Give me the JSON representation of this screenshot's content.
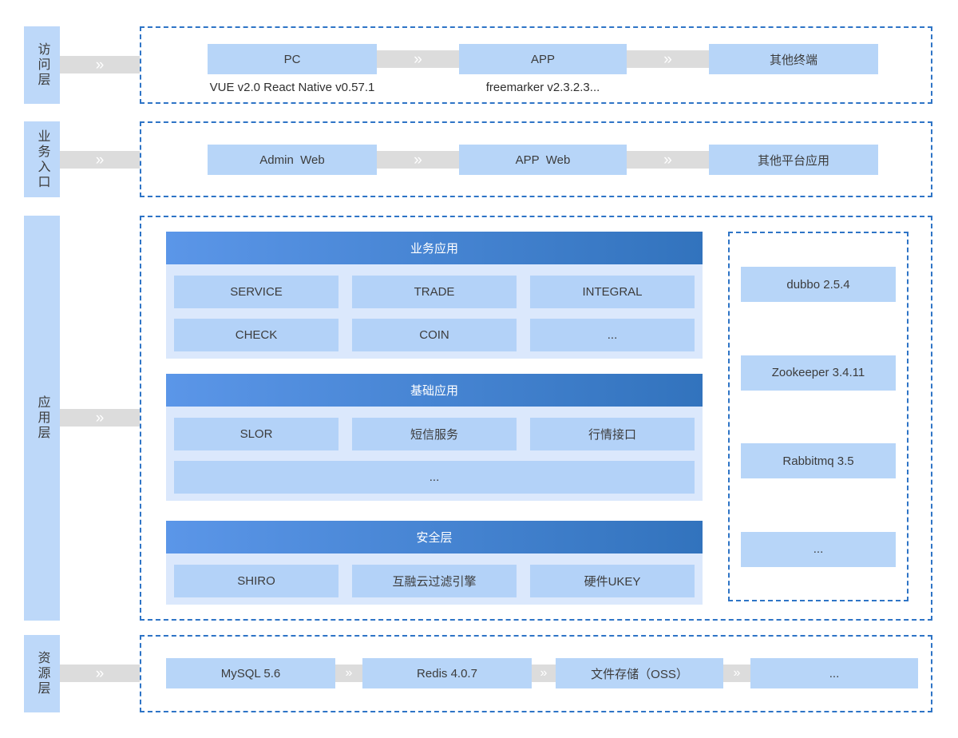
{
  "icons": {
    "double_chevron_right": "»"
  },
  "colors": {
    "node_blue": "#b7d5f8",
    "cell_blue": "#b3d2f8",
    "section_bg": "#dbe8fc",
    "header_gradient_start": "#5b96e8",
    "header_gradient_end": "#3273bd",
    "dashed_border": "#2e74c6",
    "connector_gray": "#dcdcdc",
    "text_dark": "#3c3c3c"
  },
  "layers": [
    {
      "label": "访问层",
      "items": [
        {
          "label": "PC",
          "note": "VUE v2.0 React Native v0.57.1"
        },
        {
          "label": "APP",
          "note": "freemarker v2.3.2.3..."
        },
        {
          "label": "其他终端"
        }
      ]
    },
    {
      "label": "业务入口",
      "items": [
        {
          "label": "Admin  Web"
        },
        {
          "label": "APP  Web"
        },
        {
          "label": "其他平台应用"
        }
      ]
    },
    {
      "label": "应用层",
      "sections": [
        {
          "title": "业务应用",
          "rows": [
            [
              "SERVICE",
              "TRADE",
              "INTEGRAL"
            ],
            [
              "CHECK",
              "COIN",
              "..."
            ]
          ]
        },
        {
          "title": "基础应用",
          "rows": [
            [
              "SLOR",
              "短信服务",
              "行情接口"
            ]
          ],
          "full_row": "..."
        },
        {
          "title": "安全层",
          "rows": [
            [
              "SHIRO",
              "互融云过滤引擎",
              "硬件UKEY"
            ]
          ]
        }
      ],
      "middleware": [
        {
          "label": "dubbo 2.5.4"
        },
        {
          "label": "Zookeeper 3.4.11"
        },
        {
          "label": "Rabbitmq 3.5"
        },
        {
          "label": "..."
        }
      ]
    },
    {
      "label": "资源层",
      "items": [
        {
          "label": "MySQL 5.6"
        },
        {
          "label": "Redis 4.0.7"
        },
        {
          "label": "文件存储（OSS）"
        },
        {
          "label": "..."
        }
      ]
    }
  ]
}
